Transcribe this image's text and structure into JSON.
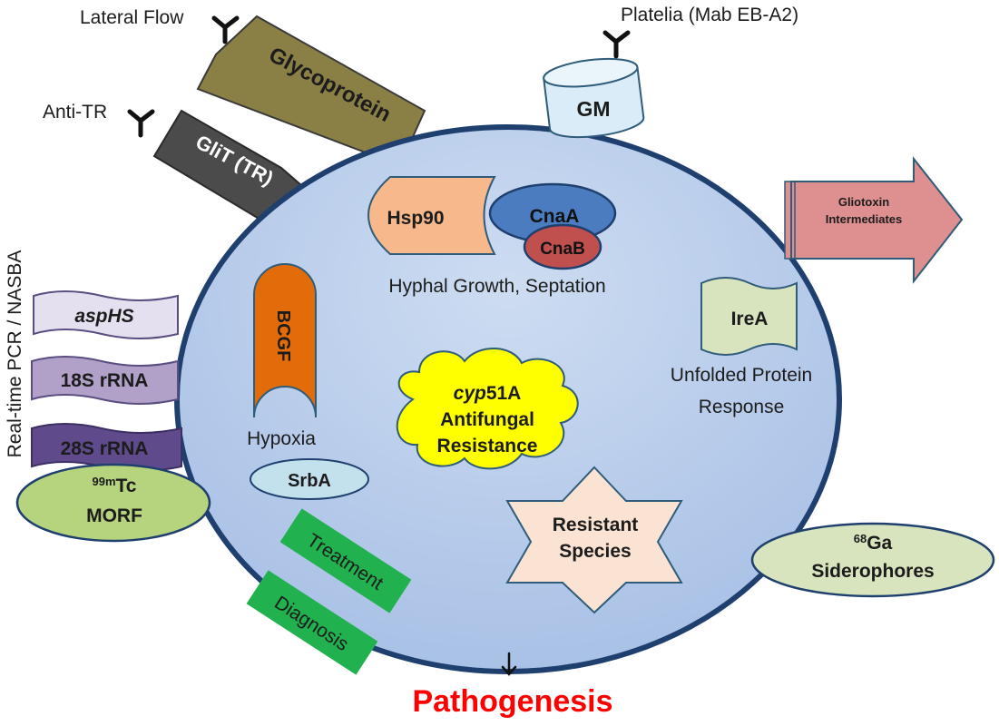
{
  "labels": {
    "lateral_flow": "Lateral Flow",
    "platelia": "Platelia (Mab EB-A2)",
    "anti_tr": "Anti-TR",
    "glycoprotein": "Glycoprotein",
    "glit": "GliT (TR)",
    "gm": "GM",
    "gliotoxin_1": "Gliotoxin",
    "gliotoxin_2": "Intermediates",
    "hsp90": "Hsp90",
    "cnaa": "CnaA",
    "cnab": "CnaB",
    "hyphal": "Hyphal Growth, Septation",
    "bcgf": "BCGF",
    "hypoxia": "Hypoxia",
    "srba": "SrbA",
    "irea": "IreA",
    "upr_1": "Unfolded Protein",
    "upr_2": "Response",
    "cyp_italic": "cyp",
    "cyp_rest": "51A",
    "antifungal_1": "Antifungal",
    "antifungal_2": "Resistance",
    "resistant_1": "Resistant",
    "resistant_2": "Species",
    "pcr_vertical": "Real-time PCR / NASBA",
    "asphs": "aspHS",
    "r18s": "18S rRNA",
    "r28s": "28S rRNA",
    "tc_sup": "99m",
    "tc_main": "Tc",
    "morf": "MORF",
    "ga_sup": "68",
    "ga_main": "Ga",
    "siderophores": "Siderophores",
    "treatment": "Treatment",
    "diagnosis": "Diagnosis",
    "pathogenesis": "Pathogenesis"
  },
  "colors": {
    "cell_fill": "#bcd0ec",
    "cell_stroke": "#1f3f6e",
    "glycoprotein": "#8a7f45",
    "glit": "#4b4b4b",
    "gm": "#d9ecf7",
    "gliotoxin": "#de8f8f",
    "hsp90": "#f7b98b",
    "cnaa": "#4b7cc0",
    "cnab": "#c0504d",
    "bcgf": "#e36c0a",
    "srba": "#c3e1ec",
    "irea": "#d7e4bd",
    "cyp": "#ffff00",
    "resistant": "#fbe3d3",
    "asphs": "#e4e0ef",
    "r18s": "#b1a0c7",
    "r28s": "#5f4b8b",
    "morf": "#b6d37e",
    "siderophores": "#d7e4bd",
    "green_box": "#21b14f",
    "pathogenesis": "#ff0000"
  }
}
